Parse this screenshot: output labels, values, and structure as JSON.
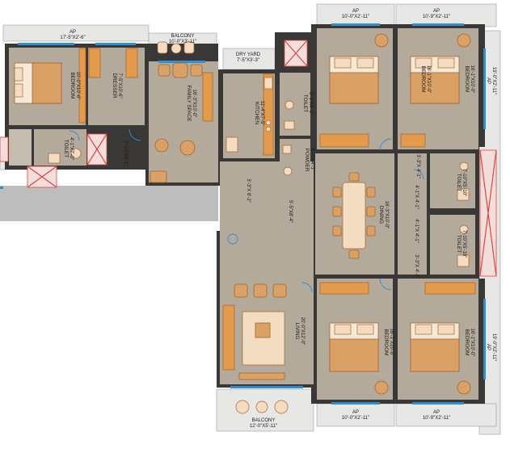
{
  "rooms": {
    "bedroom_left": {
      "name": "BEDROOM",
      "size": "10'-0\"X10'-6\""
    },
    "dresser": {
      "name": "DRESSER",
      "size": "7'-5\"X10'-6\""
    },
    "family_space": {
      "name": "FAMILY SPACE",
      "size": "16'-3\"X10'-0\""
    },
    "kitchen": {
      "name": "KITCHEN",
      "size": "11'-4\"X7'-5\""
    },
    "toilet_left": {
      "name": "TOILET",
      "size": "4'-1\"X7'-0\""
    },
    "toilet_kitchen": {
      "name": "TOILET",
      "size": "8'-0\"X4'-1\""
    },
    "powder": {
      "name": "POWDER",
      "size": "6'-7\"X4'-1\""
    },
    "bedroom_tr1": {
      "name": "BEDROOM",
      "size": "16'-1\"X10'-0\""
    },
    "bedroom_tr2": {
      "name": "BEDROOM",
      "size": "16'-1\"X10'-0\""
    },
    "dining": {
      "name": "DINING",
      "size": "16'-3\"X10'-0\""
    },
    "toilet_r1": {
      "name": "TOILET",
      "size": "7'-10\"X5'-10\""
    },
    "toilet_r2": {
      "name": "TOILET",
      "size": "7'-10\"X5'-10\""
    },
    "living": {
      "name": "LIVING",
      "size": "20'-0\"X12'-0\""
    },
    "bedroom_br1": {
      "name": "BEDROOM",
      "size": "16'-1\"X10'-0\""
    },
    "bedroom_br2": {
      "name": "BEDROOM",
      "size": "16'-1\"X10'-0\""
    }
  },
  "passages": {
    "p1": "7'-10\"X4'-1\"",
    "p2": "3'-3\"X 8'-2\"",
    "p3": "5'-5\"X8'-4\"",
    "p4": "3'-3\"X 4'-1\"",
    "p5": "4'-1\"X 4'-1\"",
    "p6": "4'-1\"X 4'-1\"",
    "p7": "3'-3\"X 4'-1\""
  },
  "outdoor": {
    "ap_left": {
      "name": "AP",
      "size": "17'-5\"X2'-6\""
    },
    "balcony_top": {
      "name": "BALCONY",
      "size": "10'-0\"X3'-11\""
    },
    "dry_yard": {
      "name": "DRY YARD",
      "size": "7'-5\"X3'-3\""
    },
    "ap_top1": {
      "name": "AP",
      "size": "10'-0\"X2'-11\""
    },
    "ap_top2": {
      "name": "AP",
      "size": "10'-9\"X2'-11\""
    },
    "ap_right1": {
      "name": "AP",
      "size": "19'-0\"X2'-11\""
    },
    "ap_right2": {
      "name": "AP",
      "size": "19'-0\"X2'-11\""
    },
    "ap_bottom1": {
      "name": "AP",
      "size": "10'-0\"X2'-11\""
    },
    "ap_bottom2": {
      "name": "AP",
      "size": "10'-9\"X2'-11\""
    },
    "balcony_bottom": {
      "name": "BALCONY",
      "size": "12'-0\"X5'-11\""
    }
  },
  "colors": {
    "wall": "#3a3836",
    "floor": "#b3aa9b",
    "furniture": "#d9a165",
    "window": "#2e8fd6",
    "shaft_cross": "#e0453a"
  }
}
